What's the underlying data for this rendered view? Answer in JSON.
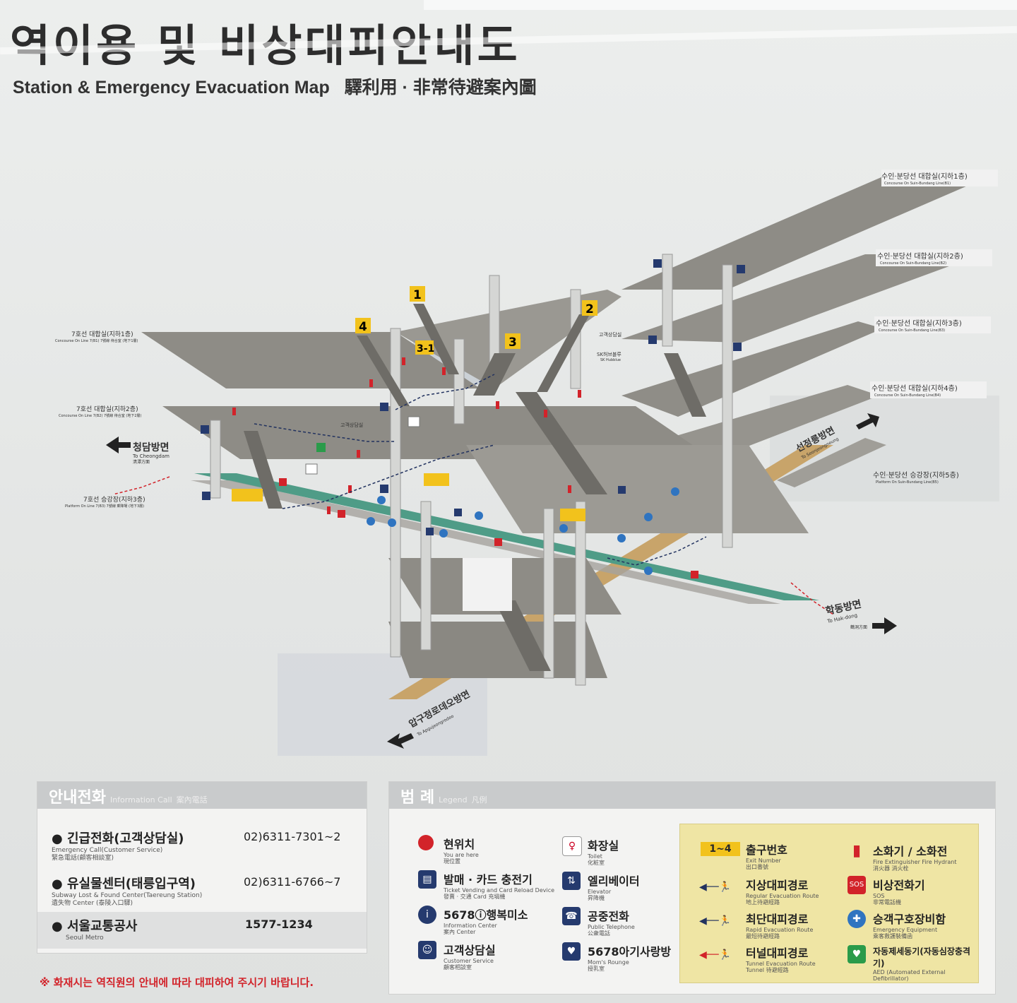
{
  "title": {
    "korean": "역이용 및 비상대피안내도",
    "english": "Station & Emergency Evacuation Map",
    "hanja": "驛利用 · 非常待避案內圖"
  },
  "map": {
    "exits": [
      "1",
      "2",
      "3",
      "4",
      "3-1"
    ],
    "levels_line7": [
      {
        "ko": "7호선 대합실(지하1층)",
        "en": "Concourse On Line 7(B1) 7號線 待合室 (地下1層)"
      },
      {
        "ko": "7호선 대합실(지하2층)",
        "en": "Concourse On Line 7(B2) 7號線 待合室 (地下2層)"
      },
      {
        "ko": "7호선 승강장(지하3층)",
        "en": "Platform On Line 7(B3) 7號線 乘降場 (地下3層)"
      }
    ],
    "levels_bundang": [
      {
        "ko": "수인·분당선 대합실(지하1층)",
        "en": "Concourse On Suin-Bundang Line(B1)"
      },
      {
        "ko": "수인·분당선 대합실(지하2층)",
        "en": "Concourse On Suin-Bundang Line(B2)"
      },
      {
        "ko": "수인·분당선 대합실(지하3층)",
        "en": "Concourse On Suin-Bundang Line(B3)"
      },
      {
        "ko": "수인·분당선 대합실(지하4층)",
        "en": "Concourse On Suin-Bundang Line(B4)"
      },
      {
        "ko": "수인·분당선 승강장(지하5층)",
        "en": "Platform On Suin-Bundang Line(B5)"
      }
    ],
    "directions": {
      "cheongdam": {
        "ko": "청담방면",
        "en": "To Cheongdam",
        "hanja": "淸潭方面"
      },
      "hakdong": {
        "ko": "학동방면",
        "en": "To Hak-dong",
        "hanja": "鶴洞方面"
      },
      "seolleung": {
        "ko": "선정릉방면",
        "en": "To Seonjeongneung"
      },
      "apgujeong": {
        "ko": "압구정로데오방면",
        "en": "To Apgujeongrodeo"
      }
    },
    "places": {
      "customer_service": "고객상담실",
      "sk_hub": "SK허브블루",
      "sk_hub_en": "SK Hubblue"
    },
    "colors": {
      "floor": "#8e8c86",
      "platform7": "#4f9c87",
      "track_bundang": "#c8a46a",
      "exit_badge": "#f2c21c"
    }
  },
  "info_call": {
    "heading": "안내전화",
    "heading_en": "Information Call",
    "heading_hanja": "案內電話",
    "items": [
      {
        "name": "긴급전화(고객상담실)",
        "sub_en": "Emergency Call(Customer Service)",
        "sub_hanja": "緊急電話(顧客相談室)",
        "phone": "02)6311-7301~2"
      },
      {
        "name": "유실물센터(태릉입구역)",
        "sub_en": "Subway Lost & Found Center(Taereung Station)",
        "sub_hanja": "遺失物 Center (泰陵入口驛)",
        "phone": "02)6311-6766~7"
      },
      {
        "name": "서울교통공사",
        "sub_en": "Seoul Metro",
        "sub_hanja": "",
        "phone": "1577-1234"
      }
    ]
  },
  "warning": "※ 화재시는 역직원의 안내에 따라 대피하여 주시기 바랍니다.",
  "legend": {
    "heading": "범 례",
    "heading_en": "Legend",
    "heading_hanja": "凡例",
    "left": [
      {
        "t": "현위치",
        "s1": "You are here",
        "s2": "現位置",
        "icon": "location-pin-icon"
      },
      {
        "t": "발매 · 카드 충전기",
        "s1": "Ticket Vending and Card Reload Device",
        "s2": "發賣 · 交通 Card 充塡機",
        "icon": "ticket-machine-icon"
      },
      {
        "t": "5678ⓘ행복미소",
        "s1": "Information Center",
        "s2": "案內 Center",
        "icon": "info-icon"
      },
      {
        "t": "고객상담실",
        "s1": "Customer Service",
        "s2": "顧客相談室",
        "icon": "customer-service-icon"
      }
    ],
    "middle": [
      {
        "t": "화장실",
        "s1": "Toilet",
        "s2": "化粧室",
        "icon": "toilet-icon"
      },
      {
        "t": "엘리베이터",
        "s1": "Elevator",
        "s2": "昇降機",
        "icon": "elevator-icon"
      },
      {
        "t": "공중전화",
        "s1": "Public Telephone",
        "s2": "公衆電話",
        "icon": "phone-icon"
      },
      {
        "t": "5678아기사랑방",
        "s1": "Mom's Rounge",
        "s2": "授乳室",
        "icon": "baby-room-icon"
      }
    ],
    "yellow_left": [
      {
        "t": "출구번호",
        "s1": "Exit Number",
        "s2": "出口番號",
        "icon": "exit-number-icon",
        "badge": "1~4"
      },
      {
        "t": "지상대피경로",
        "s1": "Regular Evacuation Route",
        "s2": "地上待避經路",
        "icon": "regular-route-icon"
      },
      {
        "t": "최단대피경로",
        "s1": "Rapid Evacuation Route",
        "s2": "最短待避經路",
        "icon": "rapid-route-icon"
      },
      {
        "t": "터널대피경로",
        "s1": "Tunnel Evacuation Route",
        "s2": "Tunnel 待避經路",
        "icon": "tunnel-route-icon"
      }
    ],
    "yellow_right": [
      {
        "t": "소화기 / 소화전",
        "s1": "Fire Extinguisher    Fire Hydrant",
        "s2": "消火器    消火栓",
        "icon": "fire-extinguisher-icon"
      },
      {
        "t": "비상전화기",
        "s1": "SOS",
        "s2": "非常電話機",
        "icon": "sos-phone-icon"
      },
      {
        "t": "승객구호장비함",
        "s1": "Emergency Equipment",
        "s2": "乘客救護裝備函",
        "icon": "emergency-equipment-icon"
      },
      {
        "t": "자동제세동기(자동심장충격기)",
        "s1": "AED (Automated External Defibrillator)",
        "s2": "",
        "icon": "aed-icon"
      }
    ]
  }
}
